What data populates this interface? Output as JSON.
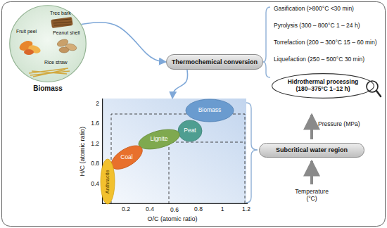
{
  "diagram": {
    "nodes": [
      {
        "text": [
          "Tree bark",
          "Fruit peel",
          "Peanut shell",
          "Rice straw",
          "Biomass"
        ]
      },
      {
        "text": [
          "Thermochemical conversion"
        ]
      },
      {
        "text": [
          "Hidrothermal processing (180–375°C 1–12 h)"
        ]
      },
      {
        "text": [
          "H/C (atomic ratio)",
          "O/C (atomic ratio)"
        ]
      },
      {
        "text": [
          "Biomass"
        ],
        "in": 3
      },
      {
        "text": [
          "Peat"
        ],
        "in": 3
      },
      {
        "text": [
          "Lignite"
        ],
        "in": 3
      },
      {
        "text": [
          "Coal"
        ],
        "in": 3
      },
      {
        "text": [
          "Anthracite"
        ],
        "in": 3
      },
      {
        "text": [
          "Subcritical water region"
        ]
      }
    ],
    "edges": [
      {
        "from": 0,
        "to": 1,
        "arrow": "to"
      },
      {
        "from": 1,
        "to": 3,
        "arrow": "to"
      }
    ],
    "labels": [
      "Gasification (>800°C <30 min)",
      "Pyrolysis (300 – 800°C 1 – 24 h)",
      "Torrefaction (200 – 300°C 15 – 60 min)",
      "Liquefaction (250 – 500°C 30 min)",
      "2",
      "1.6",
      "1.2",
      "0.8",
      "0.4",
      "0.2",
      "0.4",
      "0.6",
      "0.8",
      "1",
      "1.2",
      "Pressure (MPa)",
      "Temperature (°C)"
    ]
  }
}
